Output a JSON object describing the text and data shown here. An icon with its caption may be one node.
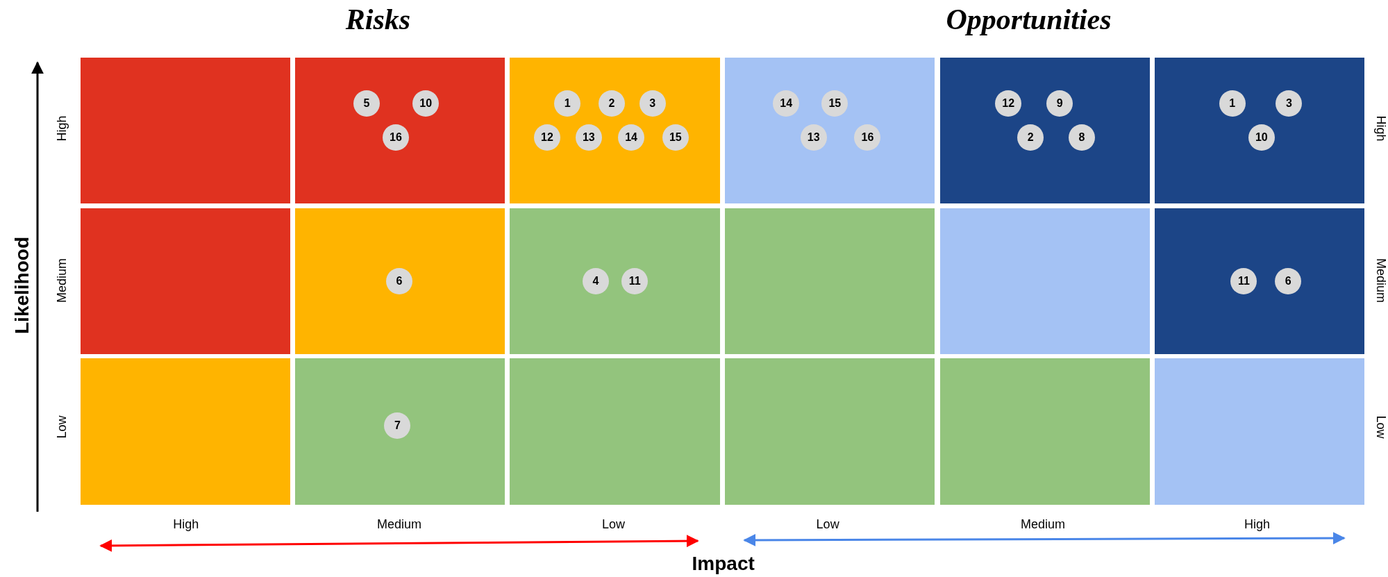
{
  "diagram": {
    "nodes": [
      {
        "text": [],
        "shape": "box"
      },
      {
        "text": [],
        "shape": "box"
      },
      {
        "text": [
          "5"
        ],
        "in": 1
      },
      {
        "text": [
          "10"
        ],
        "in": 1
      },
      {
        "text": [
          "16"
        ],
        "in": 1
      },
      {
        "text": [],
        "shape": "box"
      },
      {
        "text": [
          "1"
        ],
        "in": 5
      },
      {
        "text": [
          "2"
        ],
        "in": 5
      },
      {
        "text": [
          "3"
        ],
        "in": 5
      },
      {
        "text": [
          "12"
        ],
        "in": 5
      },
      {
        "text": [
          "13"
        ],
        "in": 5
      },
      {
        "text": [
          "14"
        ],
        "in": 5
      },
      {
        "text": [
          "15"
        ],
        "in": 5
      },
      {
        "text": [],
        "shape": "box"
      },
      {
        "text": [
          "14"
        ],
        "in": 13
      },
      {
        "text": [
          "15"
        ],
        "in": 13
      },
      {
        "text": [
          "13"
        ],
        "in": 13
      },
      {
        "text": [
          "16"
        ],
        "in": 13
      },
      {
        "text": [],
        "shape": "box"
      },
      {
        "text": [
          "12"
        ],
        "in": 18
      },
      {
        "text": [
          "9"
        ],
        "in": 18
      },
      {
        "text": [
          "2"
        ],
        "in": 18
      },
      {
        "text": [
          "8"
        ],
        "in": 18
      },
      {
        "text": [],
        "shape": "box"
      },
      {
        "text": [
          "1"
        ],
        "in": 23
      },
      {
        "text": [
          "3"
        ],
        "in": 23
      },
      {
        "text": [
          "10"
        ],
        "in": 23
      },
      {
        "text": [],
        "shape": "box"
      },
      {
        "text": [],
        "shape": "box"
      },
      {
        "text": [
          "6"
        ],
        "in": 28
      },
      {
        "text": [],
        "shape": "box"
      },
      {
        "text": [
          "4"
        ],
        "in": 30
      },
      {
        "text": [
          "11"
        ],
        "in": 30
      },
      {
        "text": [],
        "shape": "box"
      },
      {
        "text": [],
        "shape": "box"
      },
      {
        "text": [],
        "shape": "box"
      },
      {
        "text": [
          "11"
        ],
        "in": 35
      },
      {
        "text": [
          "6"
        ],
        "in": 35
      },
      {
        "text": [],
        "shape": "box"
      },
      {
        "text": [],
        "shape": "box"
      },
      {
        "text": [
          "7"
        ],
        "in": 39
      },
      {
        "text": [],
        "shape": "box"
      },
      {
        "text": [],
        "shape": "box"
      },
      {
        "text": [],
        "shape": "box"
      },
      {
        "text": [],
        "shape": "box"
      }
    ],
    "labels": [
      "Risks",
      "Opportunities",
      "High",
      "High",
      "Likelihood",
      "Medium",
      "Medium",
      "Low",
      "Low",
      "High",
      "Medium",
      "Low",
      "Low",
      "Medium",
      "High",
      "Impact"
    ]
  }
}
